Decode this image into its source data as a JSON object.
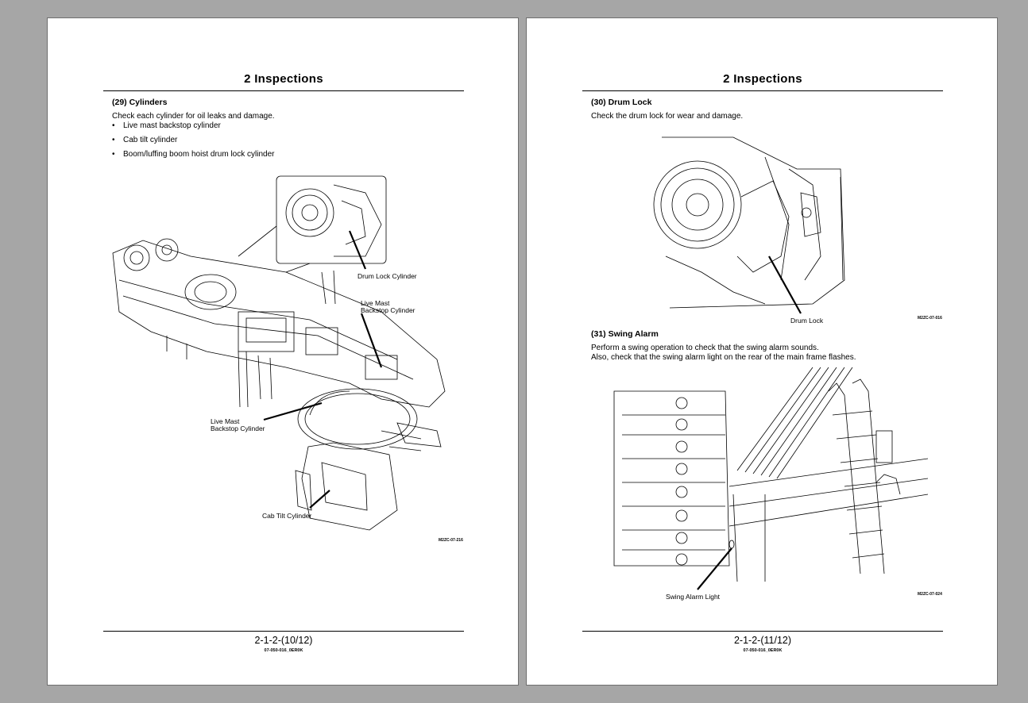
{
  "left": {
    "header": "2 Inspections",
    "section_title": "(29) Cylinders",
    "intro": "Check each cylinder for oil leaks and damage.",
    "bullets": [
      "Live mast backstop cylinder",
      "Cab tilt cylinder",
      "Boom/luffing boom hoist drum lock cylinder"
    ],
    "callouts": {
      "drum_lock": "Drum Lock Cylinder",
      "live_mast_right_1": "Live Mast",
      "live_mast_right_2": "Backstop Cylinder",
      "live_mast_left_1": "Live Mast",
      "live_mast_left_2": "Backstop Cylinder",
      "cab_tilt": "Cab Tilt Cylinder"
    },
    "figure_code": "M2ZC-07-216",
    "page_number": "2-1-2-(10/12)",
    "doc_code": "07-050-016_0ER0K"
  },
  "right": {
    "header": "2 Inspections",
    "section1_title": "(30) Drum Lock",
    "section1_text": "Check the drum lock for wear and damage.",
    "callout_drum_lock": "Drum Lock",
    "figure1_code": "M2ZC-07-016",
    "section2_title": "(31) Swing Alarm",
    "section2_text_1": "Perform a swing operation to check that the swing alarm sounds.",
    "section2_text_2": "Also, check that the swing alarm light on the rear of the main frame flashes.",
    "callout_swing_light": "Swing Alarm Light",
    "figure2_code": "M2ZC-07-024",
    "page_number": "2-1-2-(11/12)",
    "doc_code": "07-050-016_0ER0K"
  }
}
